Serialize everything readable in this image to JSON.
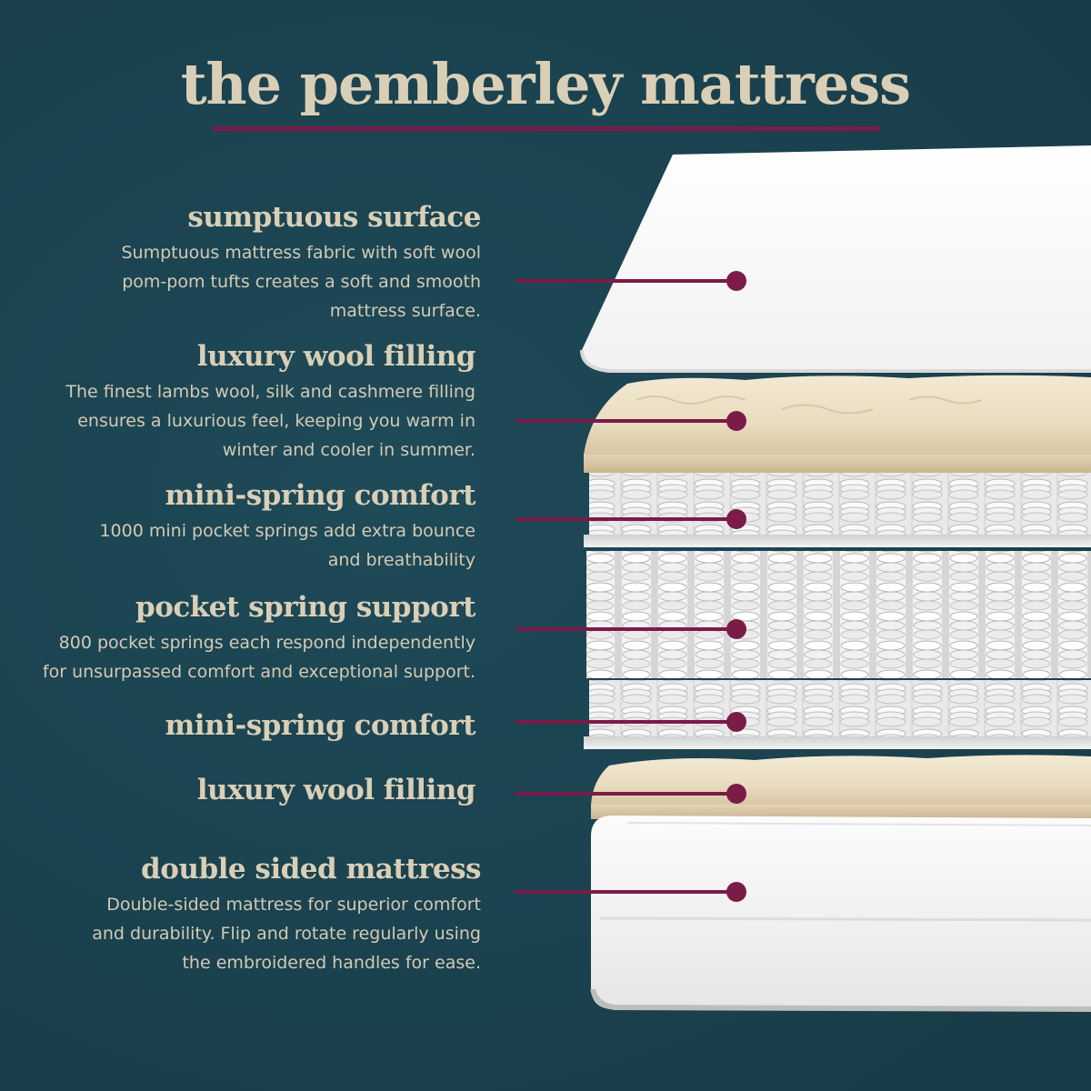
{
  "title": "the pemberley mattress",
  "colors": {
    "background": "#1c4350",
    "heading": "#d9cfb6",
    "body_text": "#d3cab4",
    "accent": "#7b1b47",
    "wool": "#eadcc0",
    "spring": "#dcdcdc",
    "white_layer": "#ffffff"
  },
  "layers": [
    {
      "heading": "sumptuous surface",
      "lines": [
        "Sumptuous mattress fabric with soft wool",
        "pom-pom tufts creates a soft and smooth",
        "mattress surface."
      ]
    },
    {
      "heading": "luxury wool filling",
      "lines": [
        "The finest lambs wool, silk and cashmere filling",
        "ensures a luxurious feel, keeping you warm in",
        "winter and cooler in summer."
      ]
    },
    {
      "heading": "mini-spring comfort",
      "lines": [
        "1000 mini pocket springs add extra bounce",
        "and breathability"
      ]
    },
    {
      "heading": "pocket spring support",
      "lines": [
        "800 pocket springs each respond independently",
        "for unsurpassed comfort and exceptional support."
      ]
    },
    {
      "heading": "mini-spring comfort",
      "lines": []
    },
    {
      "heading": "luxury wool filling",
      "lines": []
    },
    {
      "heading": "double sided mattress",
      "lines": [
        "Double-sided mattress for superior comfort",
        "and durability. Flip and rotate regularly using",
        "the embroidered handles for ease."
      ]
    }
  ]
}
